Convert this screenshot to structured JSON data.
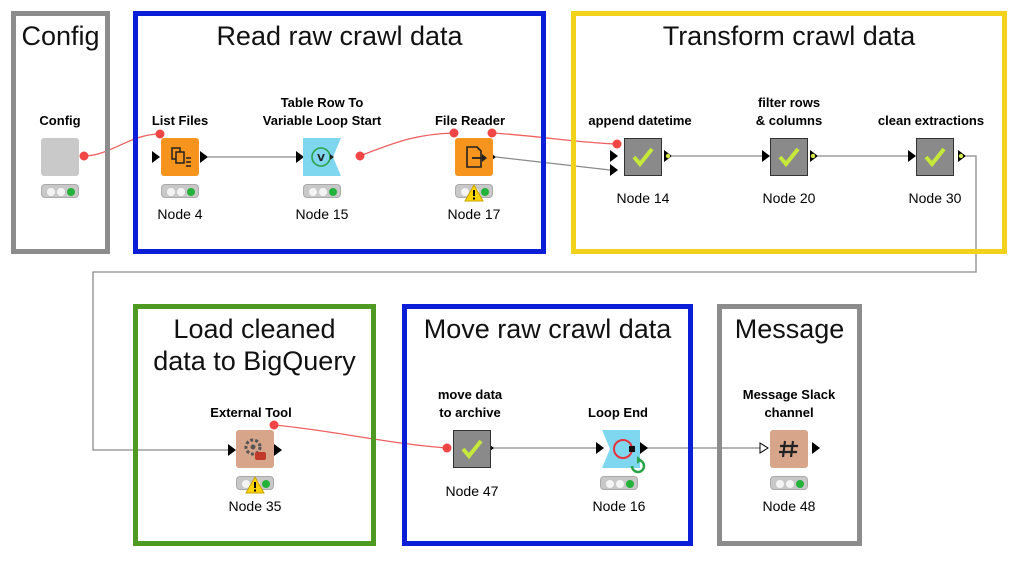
{
  "groups": [
    {
      "id": "config",
      "title": "Config",
      "color": "#8c8c8c"
    },
    {
      "id": "read",
      "title": "Read raw crawl data",
      "color": "#0a1ed8"
    },
    {
      "id": "transform",
      "title": "Transform crawl data",
      "color": "#f2d21a"
    },
    {
      "id": "load",
      "title_lines": [
        "Load cleaned",
        "data to BigQuery"
      ],
      "color": "#4f9a22"
    },
    {
      "id": "move",
      "title": "Move raw crawl data",
      "color": "#0a1ed8"
    },
    {
      "id": "message",
      "title": "Message",
      "color": "#8c8c8c"
    }
  ],
  "nodes": {
    "config": {
      "label": "Config",
      "id": ""
    },
    "n4": {
      "label": "List Files",
      "id": "Node 4"
    },
    "n15": {
      "label_lines": [
        "Table Row To",
        "Variable Loop Start"
      ],
      "id": "Node 15"
    },
    "n17": {
      "label": "File Reader",
      "id": "Node 17"
    },
    "n14": {
      "label": "append datetime",
      "id": "Node 14"
    },
    "n20": {
      "label_lines": [
        "filter rows",
        "& columns"
      ],
      "id": "Node 20"
    },
    "n30": {
      "label": "clean extractions",
      "id": "Node 30"
    },
    "n35": {
      "label": "External Tool",
      "id": "Node 35"
    },
    "n47": {
      "label_lines": [
        "move data",
        "to archive"
      ],
      "id": "Node 47"
    },
    "n16": {
      "label": "Loop End",
      "id": "Node 16"
    },
    "n48": {
      "label_lines": [
        "Message Slack",
        "channel"
      ],
      "id": "Node 48"
    }
  },
  "colors": {
    "data_wire": "#8a8a8a",
    "variable_wire": "#f06060",
    "source_orange": "#f7941d",
    "loop_cyan": "#7fd6ef",
    "executed_gray": "#8a8a8a",
    "external_tan": "#d7a58a",
    "check_green": "#c6e83a",
    "status_green": "#23b33a",
    "warning_yellow": "#ffd400"
  }
}
